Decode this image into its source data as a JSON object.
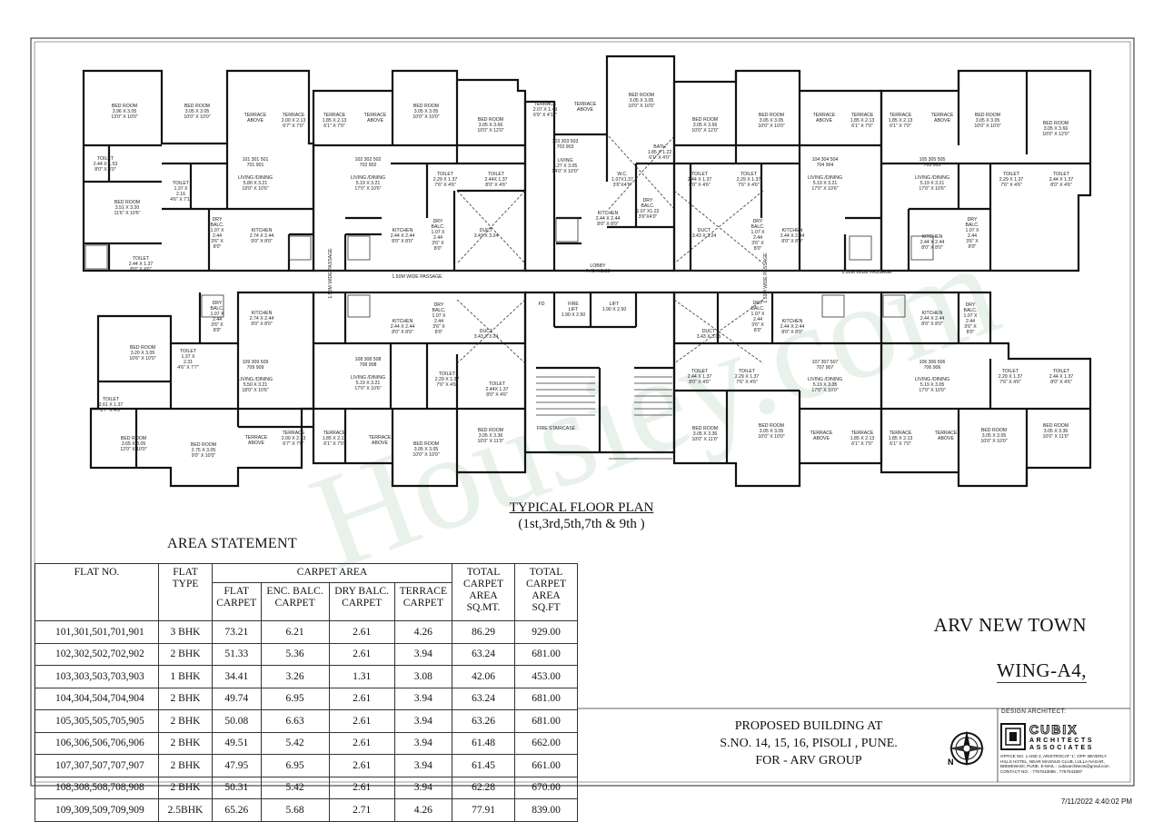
{
  "floor_plan": {
    "title": "TYPICAL FLOOR PLAN",
    "subtitle": "(1st,3rd,5th,7th & 9th )",
    "watermark": "Housiey.com",
    "rooms": [
      {
        "lines": [
          "BED ROOM",
          "3.96 X 3.05",
          "13'0\" X 10'0\""
        ]
      },
      {
        "lines": [
          "BED ROOM",
          "3.05 X 3.05",
          "10'0\" X 10'0\""
        ]
      },
      {
        "lines": [
          "TERRACE",
          "ABOVE"
        ]
      },
      {
        "lines": [
          "TERRACE",
          "2.00 X 2.13",
          "6'7\" X 7'0\""
        ]
      },
      {
        "lines": [
          "TERRACE",
          "1.85 X 2.13",
          "6'1\" X 7'0\""
        ]
      },
      {
        "lines": [
          "TERRACE",
          "ABOVE"
        ]
      },
      {
        "lines": [
          "BED ROOM",
          "3.05 X 3.05",
          "10'0\" X 10'0\""
        ]
      },
      {
        "lines": [
          "BED ROOM",
          "3.05 X 3.66",
          "10'0\" X 12'0\""
        ]
      },
      {
        "lines": [
          "TERRACE",
          "2.07 X 1.49",
          "6'9\" X 4'11\""
        ]
      },
      {
        "lines": [
          "TERRACE",
          "ABOVE"
        ]
      },
      {
        "lines": [
          "BED ROOM",
          "3.05 X 3.05",
          "10'0\" X 10'0\""
        ]
      },
      {
        "lines": [
          "BED ROOM",
          "3.05 X 3.66",
          "10'0\" X 12'0\""
        ]
      },
      {
        "lines": [
          "BED ROOM",
          "3.05 X 3.05",
          "10'0\" X 10'0\""
        ]
      },
      {
        "lines": [
          "TERRACE",
          "ABOVE"
        ]
      },
      {
        "lines": [
          "TERRACE",
          "1.85 X 2.13",
          "6'1\" X 7'0\""
        ]
      },
      {
        "lines": [
          "TERRACE",
          "1.85 X 2.13",
          "6'1\" X 7'0\""
        ]
      },
      {
        "lines": [
          "TERRACE",
          "ABOVE"
        ]
      },
      {
        "lines": [
          "BED ROOM",
          "3.05 X 3.05",
          "10'0\" X 10'0\""
        ]
      },
      {
        "lines": [
          "BED ROOM",
          "3.05 X 3.66",
          "10'0\" X 12'0\""
        ]
      },
      {
        "lines": [
          "TOILET",
          "2.44 X 1.53",
          "8'0\" X 5'0\""
        ]
      },
      {
        "lines": [
          "TOILET",
          "1.37 X",
          "2.16",
          "4'6\" X 7'1\""
        ]
      },
      {
        "lines": [
          "101 301 501",
          "701 901"
        ]
      },
      {
        "lines": [
          "LIVING /DINING",
          "5.80 X 3.21",
          "19'0\" X 10'6\""
        ]
      },
      {
        "lines": [
          "102 302 502",
          "702 902"
        ]
      },
      {
        "lines": [
          "LIVING /DINING",
          "5.19 X 3.21",
          "17'0\" X 10'6\""
        ]
      },
      {
        "lines": [
          "TOILET",
          "2.29 X 1.37",
          "7'6\" X 4'6\""
        ]
      },
      {
        "lines": [
          "TOILET",
          "2.44X 1.37",
          "8'0\" X 4'6\""
        ]
      },
      {
        "lines": [
          "103 303 503",
          "703 903"
        ]
      },
      {
        "lines": [
          "LIVING",
          "4.27 X 3.05",
          "14'0\" X 10'0\""
        ]
      },
      {
        "lines": [
          "BATH",
          "1.85 X 1.22",
          "6'1\" X 4'0\""
        ]
      },
      {
        "lines": [
          "W.C.",
          "1.07X1.37",
          "3'6\"X4'6\""
        ]
      },
      {
        "lines": [
          "TOILET",
          "2.44 X 1.37",
          "8'0\" X 4'6\""
        ]
      },
      {
        "lines": [
          "TOILET",
          "2.29 X 1.37",
          "7'6\" X 4'6\""
        ]
      },
      {
        "lines": [
          "104 304 504",
          "704 904"
        ]
      },
      {
        "lines": [
          "LIVING /DINING",
          "5.19 X 3.21",
          "17'0\" X 10'6\""
        ]
      },
      {
        "lines": [
          "105 305 505",
          "705 905"
        ]
      },
      {
        "lines": [
          "LIVING /DINING",
          "5.19 X 3.21",
          "17'0\" X 10'6\""
        ]
      },
      {
        "lines": [
          "TOILET",
          "2.29 X 1.37",
          "7'6\" X 4'6\""
        ]
      },
      {
        "lines": [
          "TOILET",
          "2.44 X 1.37",
          "8'0\" X 4'6\""
        ]
      },
      {
        "lines": [
          "BED ROOM",
          "3.51 X 3.20",
          "11'6\" X 10'6\""
        ]
      },
      {
        "lines": [
          "DRY",
          "BALC.",
          "1.07 X",
          "2.44",
          "3'6\" X",
          "8'0\""
        ]
      },
      {
        "lines": [
          "KITCHEN",
          "2.74 X 2.44",
          "9'0\" X 8'0\""
        ]
      },
      {
        "lines": [
          "KITCHEN",
          "2.44 X 2.44",
          "8'0\" X 8'0\""
        ]
      },
      {
        "lines": [
          "DRY",
          "BALC.",
          "1.07 X",
          "2.44",
          "3'6\" X",
          "8'0\""
        ]
      },
      {
        "lines": [
          "DUCT",
          "3.43 X 3.24"
        ]
      },
      {
        "lines": [
          "KITCHEN",
          "2.44 X 2.44",
          "8'0\" X 8'0\""
        ]
      },
      {
        "lines": [
          "DRY",
          "BALC.",
          "1.07 X1.22",
          "3'6\"X4'0\""
        ]
      },
      {
        "lines": [
          "DUCT",
          "3.43 X 3.24"
        ]
      },
      {
        "lines": [
          "DRY",
          "BALC.",
          "1.07 X",
          "2.44",
          "3'6\" X",
          "8'0\""
        ]
      },
      {
        "lines": [
          "KITCHEN",
          "2.44 X 2.44",
          "8'0\" X 8'0\""
        ]
      },
      {
        "lines": [
          "KITCHEN",
          "2.44 X 2.44",
          "8'0\" X 8'0\""
        ]
      },
      {
        "lines": [
          "DRY",
          "BALC.",
          "1.07 X",
          "2.44",
          "3'6\" X",
          "8'0\""
        ]
      },
      {
        "lines": [
          "TOILET",
          "2.44 X 1.37",
          "8'0\" X 4'6\""
        ]
      },
      {
        "lines": [
          "1.50M WIDE PASSAGE"
        ]
      },
      {
        "lines": [
          "LOBBY",
          "7.45 X 2.30"
        ]
      },
      {
        "lines": [
          "1.50M WIDE PASSAGE"
        ]
      },
      {
        "lines": [
          "1.50M WIDE PASSAGE"
        ]
      },
      {
        "lines": [
          "1.50M WIDE PASSAGE"
        ]
      },
      {
        "lines": [
          "FD"
        ]
      },
      {
        "lines": [
          "FIRE",
          "LIFT",
          "1.90 X 2.50"
        ]
      },
      {
        "lines": [
          "LIFT",
          "1.90 X 2.50"
        ]
      },
      {
        "lines": [
          "DRY",
          "BALC.",
          "1.07 X",
          "2.44",
          "3'6\" X",
          "8'0\""
        ]
      },
      {
        "lines": [
          "KITCHEN",
          "2.74 X 2.44",
          "9'0\" X 8'0\""
        ]
      },
      {
        "lines": [
          "KITCHEN",
          "2.44 X 2.44",
          "8'0\" X 8'0\""
        ]
      },
      {
        "lines": [
          "DRY",
          "BALC.",
          "1.07 X",
          "2.44",
          "3'6\" X",
          "8'0\""
        ]
      },
      {
        "lines": [
          "DUCT",
          "3.43 X 3.24"
        ]
      },
      {
        "lines": [
          "DUCT",
          "3.43 X 3.05"
        ]
      },
      {
        "lines": [
          "DRY",
          "BALC.",
          "1.07 X",
          "2.44",
          "3'6\" X",
          "8'0\""
        ]
      },
      {
        "lines": [
          "KITCHEN",
          "2.44 X 2.44",
          "8'0\" X 8'0\""
        ]
      },
      {
        "lines": [
          "KITCHEN",
          "2.44 X 2.44",
          "8'0\" X 8'0\""
        ]
      },
      {
        "lines": [
          "DRY",
          "BALC.",
          "1.07 X",
          "2.44",
          "3'6\" X",
          "8'0\""
        ]
      },
      {
        "lines": [
          "BED ROOM",
          "3.20 X 3.05",
          "10'6\" X 10'0\""
        ]
      },
      {
        "lines": [
          "TOILET",
          "1.37 X",
          "2.31",
          "4'6\" X 7'7\""
        ]
      },
      {
        "lines": [
          "109 309 509",
          "709 909"
        ]
      },
      {
        "lines": [
          "LIVING /DINING",
          "5.50 X 3.21",
          "18'0\" X 10'6\""
        ]
      },
      {
        "lines": [
          "108 308 508",
          "708 908"
        ]
      },
      {
        "lines": [
          "LIVING /DINING",
          "5.19 X 3.21",
          "17'0\" X 10'6\""
        ]
      },
      {
        "lines": [
          "TOILET",
          "2.29 X 1.37",
          "7'6\" X 4'6\""
        ]
      },
      {
        "lines": [
          "TOILET",
          "2.44X 1.37",
          "8'0\" X 4'6\""
        ]
      },
      {
        "lines": [
          "TOILET",
          "2.44 X 1.37",
          "8'0\" X 4'6\""
        ]
      },
      {
        "lines": [
          "TOILET",
          "2.29 X 1.37",
          "7'6\" X 4'6\""
        ]
      },
      {
        "lines": [
          "107 307 507",
          "707 907"
        ]
      },
      {
        "lines": [
          "LIVING /DINING",
          "5.19 X 3.05",
          "17'0\" X 10'0\""
        ]
      },
      {
        "lines": [
          "106 306 506",
          "706 906"
        ]
      },
      {
        "lines": [
          "LIVING /DINING",
          "5.19 X 3.05",
          "17'0\" X 10'0\""
        ]
      },
      {
        "lines": [
          "TOILET",
          "2.29 X 1.37",
          "7'6\" X 4'6\""
        ]
      },
      {
        "lines": [
          "TOILET",
          "2.44 X 1.37",
          "8'0\" X 4'6\""
        ]
      },
      {
        "lines": [
          "TOILET",
          "2.61 X 1.37",
          "8'7\" X 4'6\""
        ]
      },
      {
        "lines": [
          "BED ROOM",
          "3.65 X 3.05",
          "12'0\" X 10'0\""
        ]
      },
      {
        "lines": [
          "BED ROOM",
          "2.75 X 3.05",
          "9'0\" X 10'0\""
        ]
      },
      {
        "lines": [
          "TERRACE",
          "ABOVE"
        ]
      },
      {
        "lines": [
          "TERRACE",
          "2.00 X 2.13",
          "6'7\" X 7'0\""
        ]
      },
      {
        "lines": [
          "TERRACE",
          "1.85 X 2.13",
          "6'1\" X 7'0\""
        ]
      },
      {
        "lines": [
          "TERRACE",
          "ABOVE"
        ]
      },
      {
        "lines": [
          "BED ROOM",
          "3.05 X 3.05",
          "10'0\" X 10'0\""
        ]
      },
      {
        "lines": [
          "BED ROOM",
          "3.05 X 3.36",
          "10'0\" X 11'0\""
        ]
      },
      {
        "lines": [
          "FIRE STAIRCASE"
        ]
      },
      {
        "lines": [
          "BED ROOM",
          "3.05 X 3.36",
          "10'0\" X 11'0\""
        ]
      },
      {
        "lines": [
          "BED ROOM",
          "3.05 X 3.05",
          "10'0\" X 10'0\""
        ]
      },
      {
        "lines": [
          "TERRACE",
          "ABOVE"
        ]
      },
      {
        "lines": [
          "TERRACE",
          "1.85 X 2.13",
          "6'1\" X 7'0\""
        ]
      },
      {
        "lines": [
          "TERRACE",
          "1.85 X 2.13",
          "6'1\" X 7'0\""
        ]
      },
      {
        "lines": [
          "TERRACE",
          "ABOVE"
        ]
      },
      {
        "lines": [
          "BED ROOM",
          "3.05 X 3.05",
          "10'0\" X 10'0\""
        ]
      },
      {
        "lines": [
          "BED ROOM",
          "3.05 X 3.36",
          "10'0\" X 11'0\""
        ]
      }
    ]
  },
  "area_statement": {
    "title": "AREA STATEMENT",
    "headers": {
      "flat_no": "FLAT NO.",
      "flat_type": [
        "FLAT",
        "TYPE"
      ],
      "carpet_area": "CARPET AREA",
      "flat_carpet": [
        "FLAT",
        "CARPET"
      ],
      "enc_balc": [
        "ENC. BALC.",
        "CARPET"
      ],
      "dry_balc": [
        "DRY BALC.",
        "CARPET"
      ],
      "terrace": [
        "TERRACE",
        "CARPET"
      ],
      "total_sqmt": [
        "TOTAL",
        "CARPET",
        "AREA",
        "SQ.MT."
      ],
      "total_sqft": [
        "TOTAL",
        "CARPET",
        "AREA",
        "SQ.FT"
      ]
    },
    "rows": [
      [
        "101,301,501,701,901",
        "3 BHK",
        "73.21",
        "6.21",
        "2.61",
        "4.26",
        "86.29",
        "929.00"
      ],
      [
        "102,302,502,702,902",
        "2 BHK",
        "51.33",
        "5.36",
        "2.61",
        "3.94",
        "63.24",
        "681.00"
      ],
      [
        "103,303,503,703,903",
        "1 BHK",
        "34.41",
        "3.26",
        "1.31",
        "3.08",
        "42.06",
        "453.00"
      ],
      [
        "104,304,504,704,904",
        "2 BHK",
        "49.74",
        "6.95",
        "2.61",
        "3.94",
        "63.24",
        "681.00"
      ],
      [
        "105,305,505,705,905",
        "2 BHK",
        "50.08",
        "6.63",
        "2.61",
        "3.94",
        "63.26",
        "681.00"
      ],
      [
        "106,306,506,706,906",
        "2 BHK",
        "49.51",
        "5.42",
        "2.61",
        "3.94",
        "61.48",
        "662.00"
      ],
      [
        "107,307,507,707,907",
        "2 BHK",
        "47.95",
        "6.95",
        "2.61",
        "3.94",
        "61.45",
        "661.00"
      ],
      [
        "108,308,508,708,908",
        "2 BHK",
        "50.31",
        "5.42",
        "2.61",
        "3.94",
        "62.28",
        "670.00"
      ],
      [
        "109,309,509,709,909",
        "2.5BHK",
        "65.26",
        "5.68",
        "2.71",
        "4.26",
        "77.91",
        "839.00"
      ]
    ]
  },
  "project": {
    "name": "ARV NEW TOWN",
    "wing": "WING-A4,",
    "address": [
      "PROPOSED BUILDING AT",
      "S.NO. 14, 15, 16,  PISOLI , PUNE.",
      "FOR - ARV GROUP"
    ]
  },
  "architect": {
    "label": "DESIGN ARCHITECT:",
    "logo_main": "CUBIX",
    "logo_line2": "ARCHITECTS",
    "logo_line3": "ASSOCIATES",
    "office": [
      "OFFICE NO. 1 AND 2, ARISTROCAT '1', OPP. BEVERLY",
      "HILLS HOTEL, NEAR MAGNUS CLUB, LULLA NAGAR,",
      "BIBWEWADI, PUNE. E-MAIL - cubixarchitects@gmail.com",
      "CONTACT NO. - 7757043086 , 7757043087"
    ]
  },
  "timestamp": "7/11/2022 4:40:02 PM",
  "colors": {
    "line": "#111111",
    "watermark": "#9ec2a6",
    "paper": "#ffffff"
  }
}
